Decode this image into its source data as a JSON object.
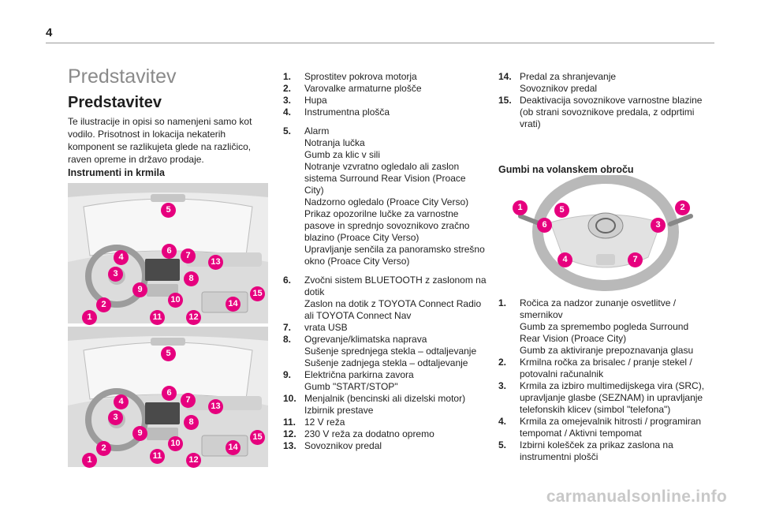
{
  "page_number": "4",
  "header": {
    "big_title": "Predstavitev",
    "section_title": "Predstavitev"
  },
  "intro": "Te ilustracije in opisi so namenjeni samo kot vodilo. Prisotnost in lokacija nekaterih komponent se razlikujeta glede na različico, raven opreme in državo prodaje.",
  "instruments_title": "Instrumenti in krmila",
  "figure1_badges": [
    "1",
    "2",
    "3",
    "4",
    "5",
    "6",
    "7",
    "8",
    "9",
    "10",
    "11",
    "12",
    "13",
    "14",
    "15"
  ],
  "figure2_badges": [
    "1",
    "2",
    "3",
    "4",
    "5",
    "6",
    "7",
    "8",
    "9",
    "10",
    "11",
    "12",
    "13",
    "14",
    "15"
  ],
  "steering_badges": [
    "1",
    "2",
    "3",
    "4",
    "5",
    "6",
    "7"
  ],
  "col2_items": [
    {
      "n": "1.",
      "lines": [
        "Sprostitev pokrova motorja"
      ]
    },
    {
      "n": "2.",
      "lines": [
        "Varovalke armaturne plošče"
      ]
    },
    {
      "n": "3.",
      "lines": [
        "Hupa"
      ]
    },
    {
      "n": "4.",
      "lines": [
        "Instrumentna plošča"
      ]
    },
    {
      "n": "5.",
      "lines": [
        "Alarm",
        "Notranja lučka",
        "Gumb za klic v sili",
        "Notranje vzvratno ogledalo ali zaslon sistema Surround Rear Vision (Proace City)",
        "Nadzorno ogledalo (Proace City Verso)",
        "Prikaz opozorilne lučke za varnostne pasove in sprednjo sovoznikovo zračno blazino (Proace City Verso)",
        "Upravljanje senčila za panoramsko strešno okno (Proace City Verso)"
      ]
    },
    {
      "n": "6.",
      "lines": [
        "Zvočni sistem BLUETOOTH z zaslonom na dotik",
        "Zaslon na dotik z TOYOTA Connect Radio ali TOYOTA Connect Nav"
      ]
    },
    {
      "n": "7.",
      "lines": [
        "vrata USB"
      ]
    },
    {
      "n": "8.",
      "lines": [
        "Ogrevanje/klimatska naprava",
        "Sušenje sprednjega stekla – odtaljevanje",
        "Sušenje zadnjega stekla – odtaljevanje"
      ]
    },
    {
      "n": "9.",
      "lines": [
        "Električna parkirna zavora",
        "Gumb \"START/STOP\""
      ]
    },
    {
      "n": "10.",
      "lines": [
        "Menjalnik (bencinski ali dizelski motor)",
        "Izbirnik prestave"
      ]
    },
    {
      "n": "11.",
      "lines": [
        "12 V reža"
      ]
    },
    {
      "n": "12.",
      "lines": [
        "230 V reža za dodatno opremo"
      ]
    },
    {
      "n": "13.",
      "lines": [
        "Sovoznikov predal"
      ]
    }
  ],
  "col3_items_top": [
    {
      "n": "14.",
      "lines": [
        "Predal za shranjevanje",
        "Sovoznikov predal"
      ]
    },
    {
      "n": "15.",
      "lines": [
        "Deaktivacija sovoznikove varnostne blazine (ob strani sovoznikove predala, z odprtimi vrati)"
      ]
    }
  ],
  "steering_title": "Gumbi na volanskem obroču",
  "col3_items_bottom": [
    {
      "n": "1.",
      "lines": [
        "Ročica za nadzor zunanje osvetlitve / smernikov",
        "Gumb za spremembo pogleda Surround Rear Vision (Proace City)",
        "Gumb za aktiviranje prepoznavanja glasu"
      ]
    },
    {
      "n": "2.",
      "lines": [
        "Krmilna ročka za brisalec / pranje stekel / potovalni računalnik"
      ]
    },
    {
      "n": "3.",
      "lines": [
        "Krmila za izbiro multimedijskega vira (SRC), upravljanje glasbe (SEZNAM) in upravljanje telefonskih klicev (simbol \"telefona\")"
      ]
    },
    {
      "n": "4.",
      "lines": [
        "Krmila za omejevalnik hitrosti / programiran tempomat / Aktivni tempomat"
      ]
    },
    {
      "n": "5.",
      "lines": [
        "Izbirni kolešček za prikaz zaslona na instrumentni plošči"
      ]
    }
  ],
  "footer": "carmanualsonline.info",
  "colors": {
    "badge": "#e6007e",
    "title_gray": "#8a8a8a"
  }
}
